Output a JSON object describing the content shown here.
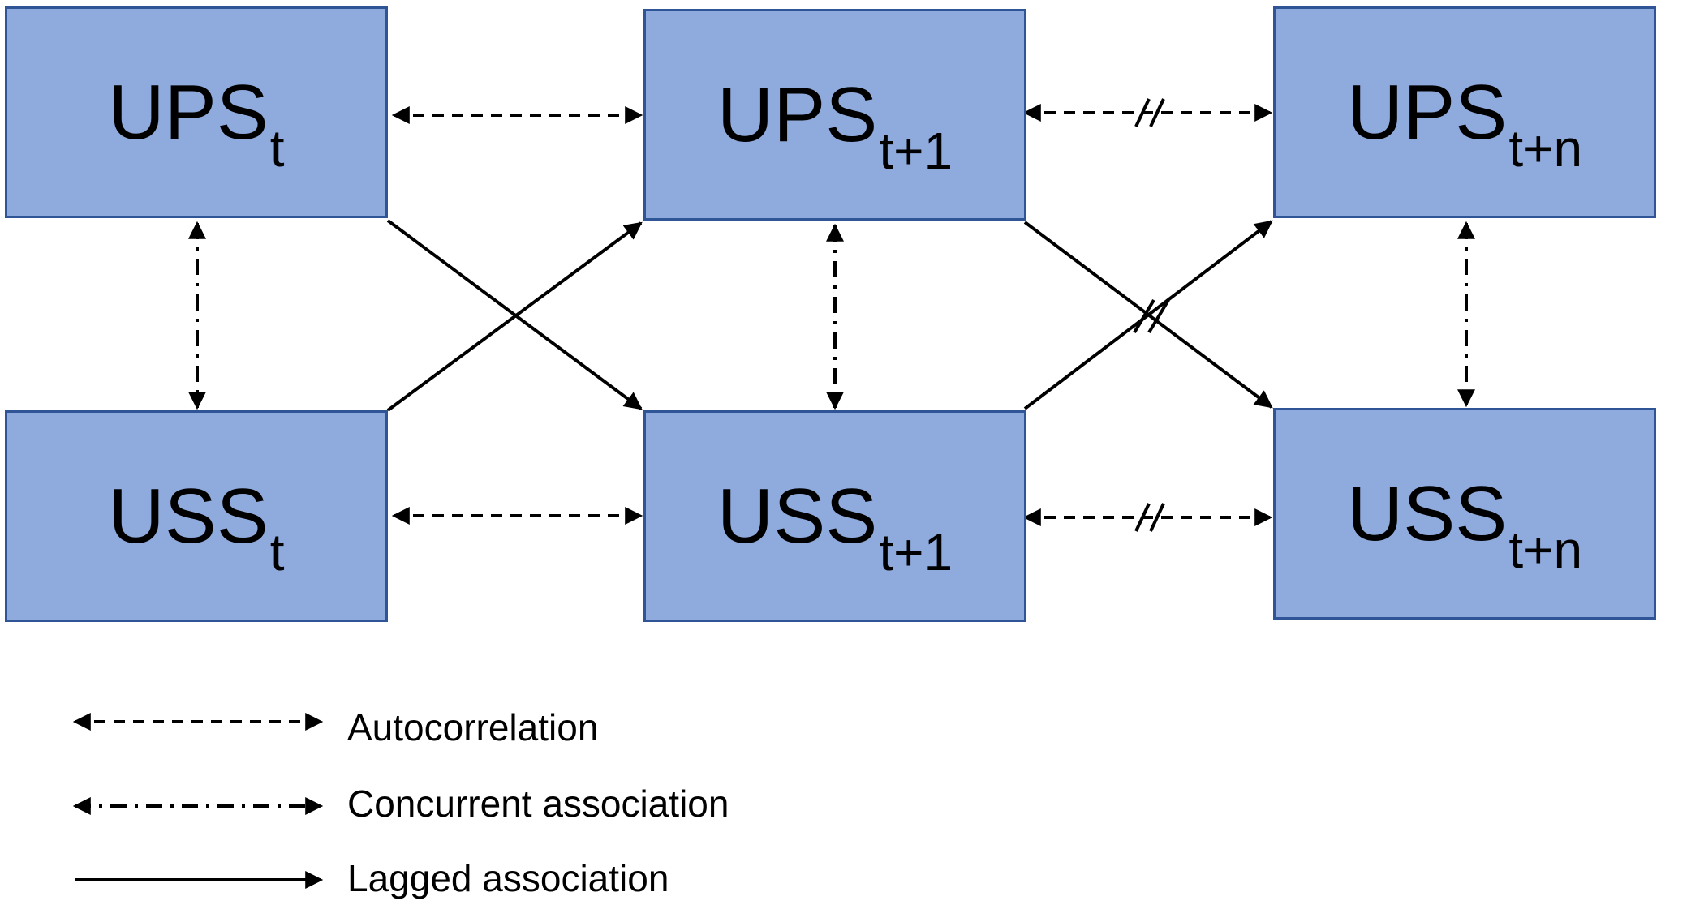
{
  "boxes": {
    "ups_t": {
      "main": "UPS",
      "sub": "t"
    },
    "ups_t1": {
      "main": "UPS",
      "sub": "t+1"
    },
    "ups_tn": {
      "main": "UPS",
      "sub": "t+n"
    },
    "uss_t": {
      "main": "USS",
      "sub": "t"
    },
    "uss_t1": {
      "main": "USS",
      "sub": "t+1"
    },
    "uss_tn": {
      "main": "USS",
      "sub": "t+n"
    }
  },
  "legend": {
    "autocorrelation": "Autocorrelation",
    "concurrent": "Concurrent association",
    "lagged": "Lagged association"
  },
  "colors": {
    "box_fill": "#8faadc",
    "box_border": "#2f5597",
    "arrow": "#000000"
  }
}
